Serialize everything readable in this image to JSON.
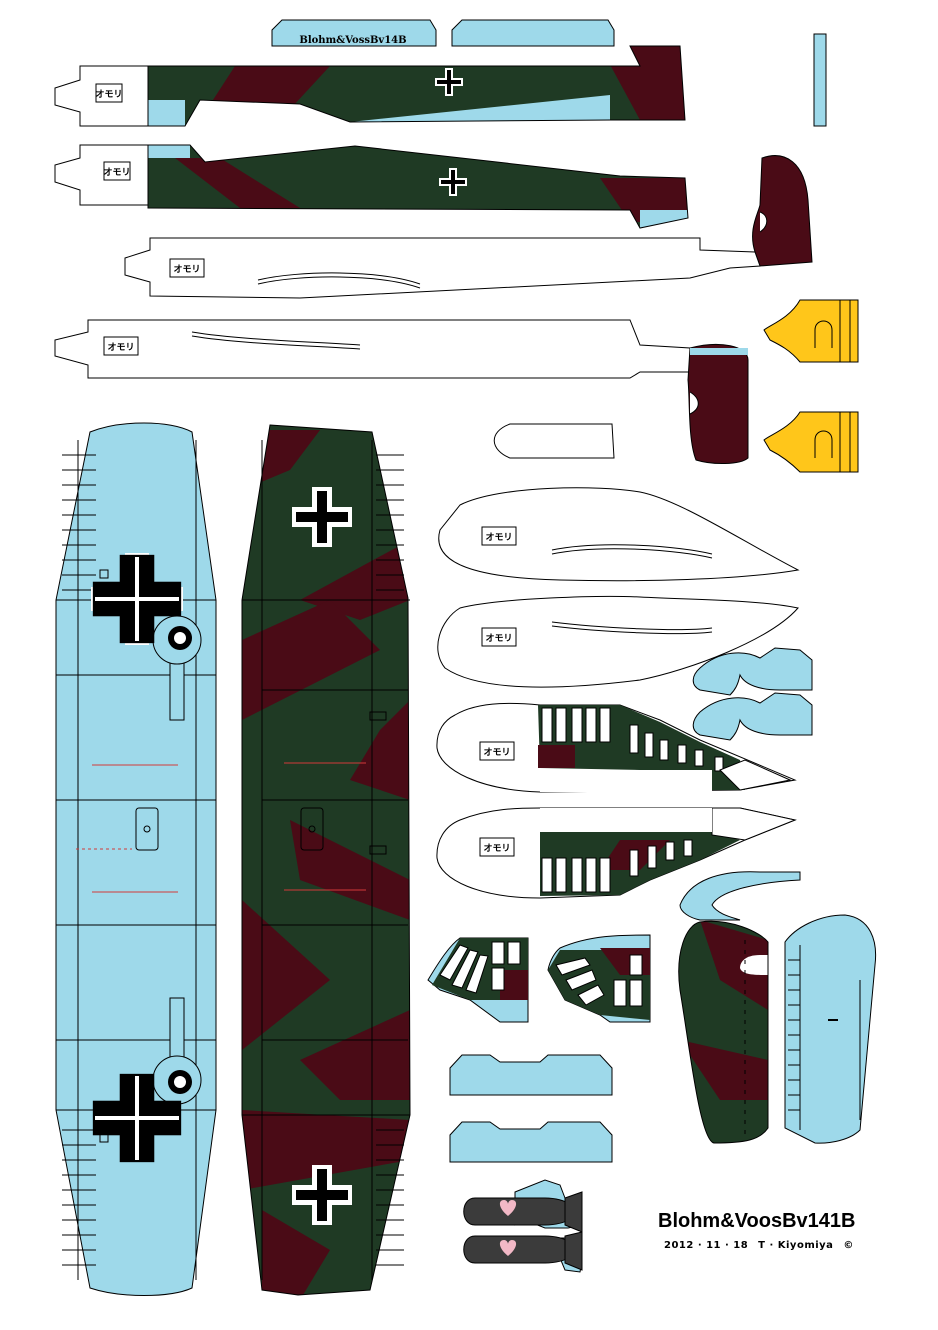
{
  "sheet": {
    "model_name_on_part": "Blohm&VossBv14B",
    "title": "Blohm&VoosBv141B",
    "date": "2012 · 11 · 18",
    "author": "T · Kiyomiya",
    "copyright_mark": "©",
    "part_stamp": "オモリ"
  },
  "colors": {
    "light_blue": "#9ed9ea",
    "dark_green": "#1f3a24",
    "maroon": "#4a0b16",
    "yellow": "#ffc61a",
    "heart_pink": "#f2b8c6",
    "nose_dark": "#3b3b3b",
    "outline": "#000000"
  },
  "icons": [
    "balkenkreuz-icon",
    "heart-icon",
    "copyright-icon"
  ]
}
